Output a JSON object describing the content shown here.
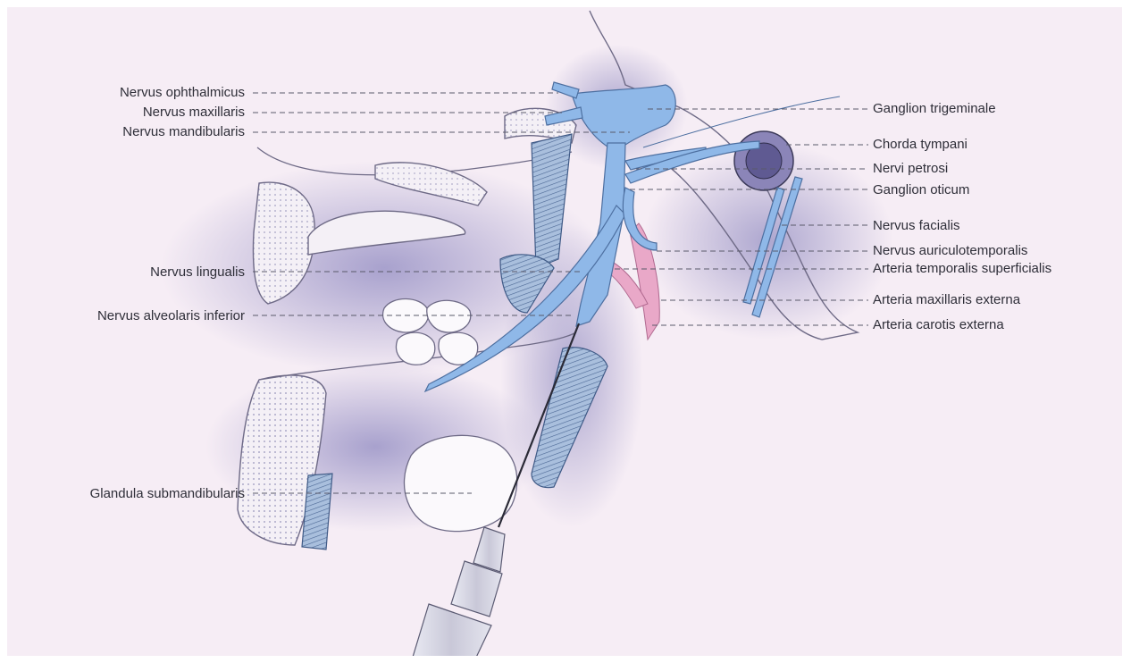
{
  "figure": {
    "colors": {
      "background": "#f6edf5",
      "bone": "#f4f0f6",
      "bone_outline": "#6e6a86",
      "soft_tissue_shade": "#9a94c4",
      "nerve": "#8fb8e8",
      "nerve_outline": "#4d6fa0",
      "artery": "#e9a8c8",
      "muscle": "#a9bfdd",
      "leader_line": "#5a5a6a",
      "label_text": "#2e2e38"
    },
    "labels_left": [
      "Nervus ophthalmicus",
      "Nervus maxillaris",
      "Nervus mandibularis",
      "Nervus lingualis",
      "Nervus alveolaris inferior",
      "Glandula submandibularis"
    ],
    "labels_right": [
      "Ganglion trigeminale",
      "Chorda tympani",
      "Nervi petrosi",
      "Ganglion oticum",
      "Nervus facialis",
      "Nervus auriculotemporalis",
      "Arteria temporalis superficialis",
      "Arteria maxillaris externa",
      "Arteria carotis externa"
    ],
    "icons": [
      "syringe-icon",
      "needle-icon"
    ]
  }
}
